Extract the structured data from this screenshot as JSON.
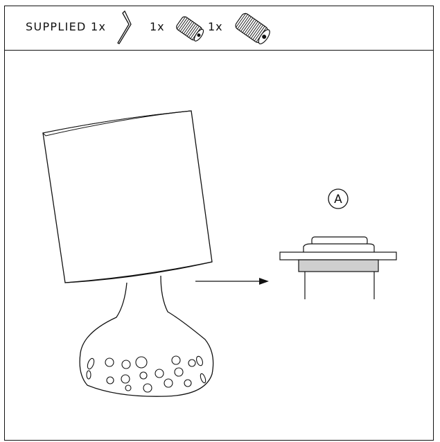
{
  "header": {
    "supplied_label": "SUPPLIED 1x",
    "items": [
      {
        "icon": "hex-key-icon",
        "quantity": ""
      },
      {
        "icon": "set-screw-icon",
        "quantity": "1x"
      },
      {
        "icon": "set-screw-large-icon",
        "quantity": "1x"
      }
    ]
  },
  "figure": {
    "callout_label": "A"
  }
}
